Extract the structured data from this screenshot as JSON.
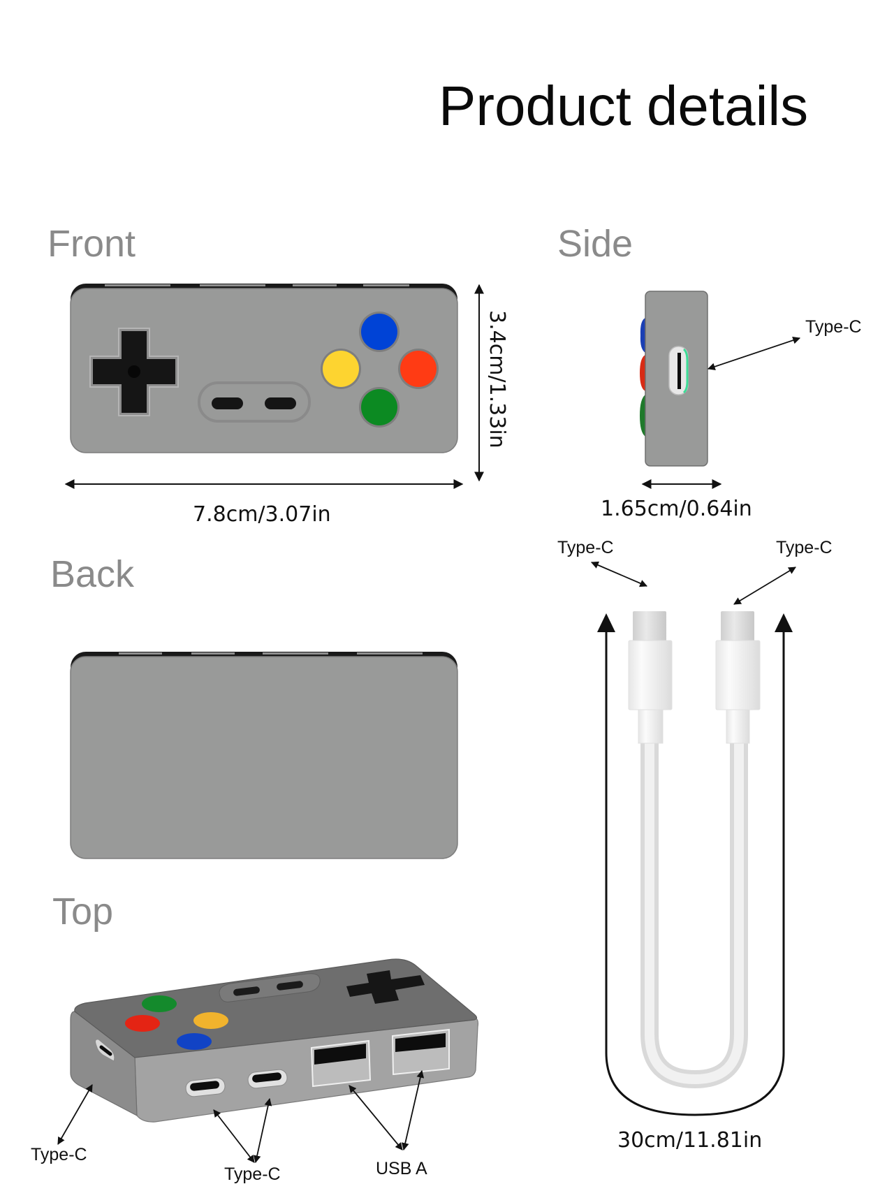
{
  "title": "Product details",
  "views": {
    "front": {
      "label": "Front",
      "width_dimension": "7.8cm/3.07in",
      "height_dimension": "3.4cm/1.33in",
      "buttons": [
        {
          "name": "top",
          "color": "#0043d6"
        },
        {
          "name": "left",
          "color": "#fdd430"
        },
        {
          "name": "right",
          "color": "#ff3b14"
        },
        {
          "name": "bottom",
          "color": "#0c8a22"
        }
      ]
    },
    "side": {
      "label": "Side",
      "port_label": "Type-C",
      "depth_dimension": "1.65cm/0.64in"
    },
    "back": {
      "label": "Back"
    },
    "top": {
      "label": "Top",
      "port_labels": [
        "Type-C",
        "Type-C",
        "USB A"
      ]
    }
  },
  "cable": {
    "left_connector_label": "Type-C",
    "right_connector_label": "Type-C",
    "length_dimension": "30cm/11.81in"
  },
  "colors": {
    "body_gray": "#999a99",
    "label_gray": "#8a8a8a",
    "dark_edge": "#1a1a1a",
    "port_accent_green": "#3ddc97"
  }
}
